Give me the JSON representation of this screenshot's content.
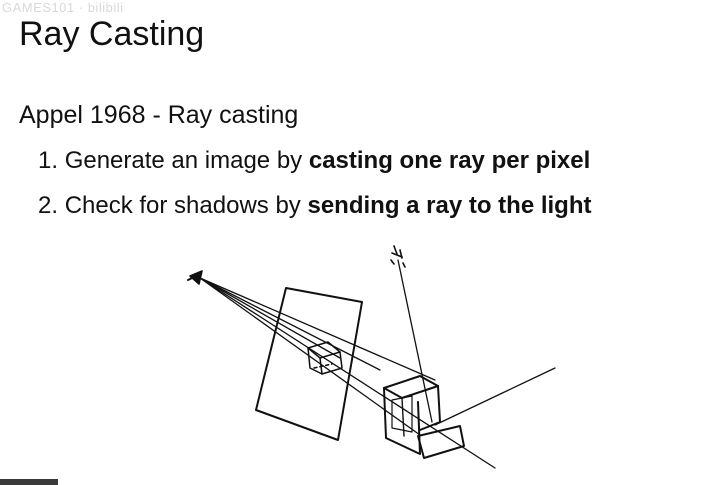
{
  "slide": {
    "watermark": "GAMES101 · bilibili",
    "title": "Ray Casting",
    "subtitle": "Appel 1968 - Ray casting",
    "steps": [
      {
        "number": "1.",
        "text": "Generate an image by ",
        "bold": "casting one ray per pixel"
      },
      {
        "number": "2.",
        "text": "Check for shadows by ",
        "bold": "sending a ray to the light"
      }
    ]
  },
  "figure": {
    "icons": [
      "eye-icon",
      "light-source-icon"
    ]
  }
}
